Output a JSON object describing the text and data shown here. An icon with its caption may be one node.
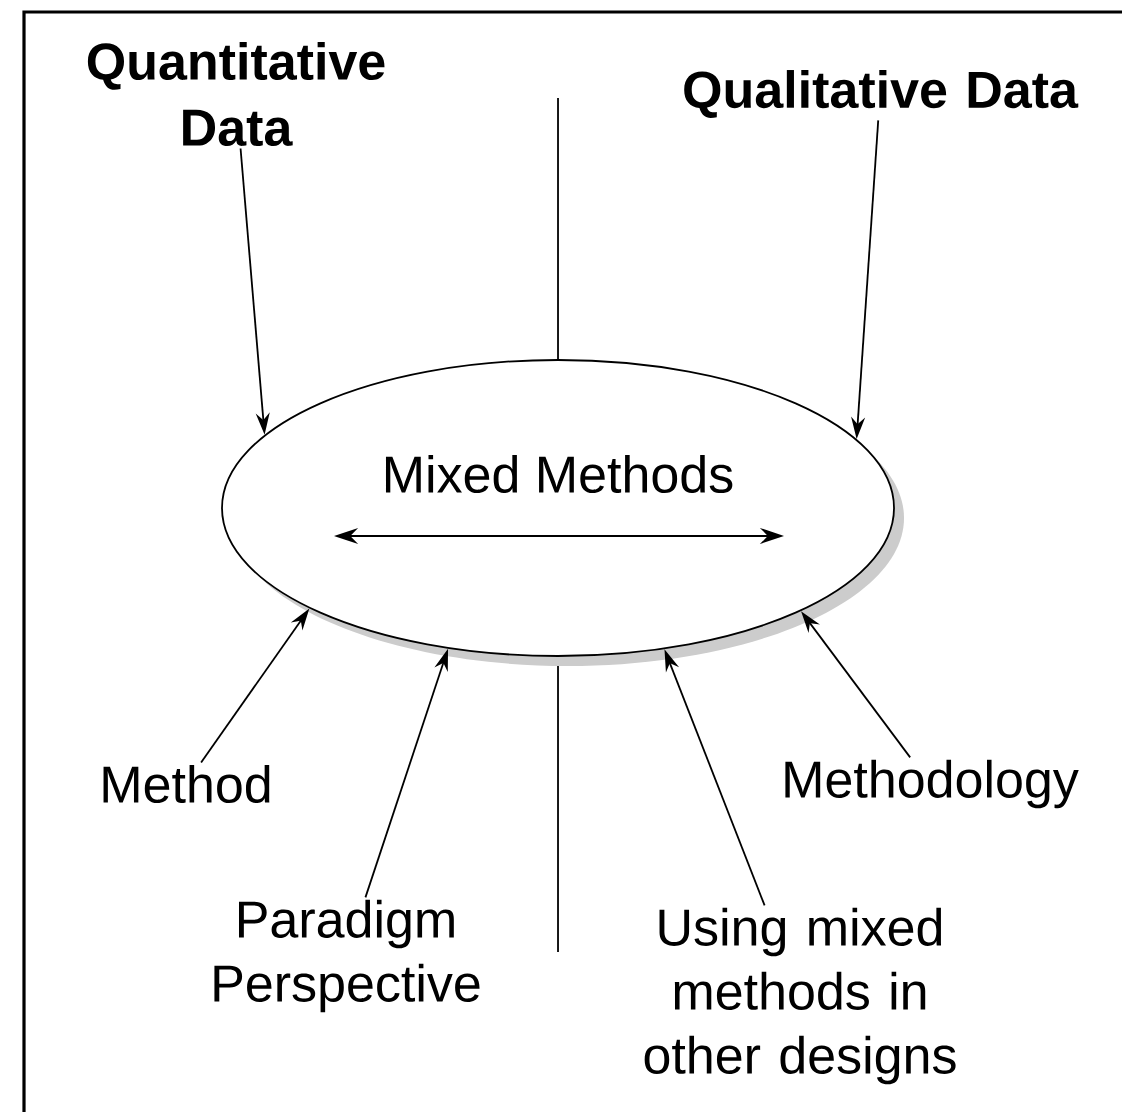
{
  "diagram": {
    "nodes": [
      {
        "text": [
          "Quantitative Data"
        ]
      },
      {
        "text": [
          "Qualitative Data"
        ]
      },
      {
        "text": [
          "Mixed Methods"
        ]
      },
      {
        "text": [
          "Method"
        ]
      },
      {
        "text": [
          "Paradigm Perspective"
        ]
      },
      {
        "text": [
          "Using mixed methods in other designs"
        ]
      },
      {
        "text": [
          "Methodology"
        ]
      }
    ],
    "edges": [
      {
        "from": 0,
        "to": 2,
        "arrow": "to"
      },
      {
        "from": 1,
        "to": 2,
        "arrow": "to"
      },
      {
        "from": 3,
        "to": 2,
        "arrow": "to"
      },
      {
        "from": 4,
        "to": 2,
        "arrow": "to"
      },
      {
        "from": 5,
        "to": 2,
        "arrow": "to"
      },
      {
        "from": 6,
        "to": 2,
        "arrow": "to"
      }
    ]
  }
}
